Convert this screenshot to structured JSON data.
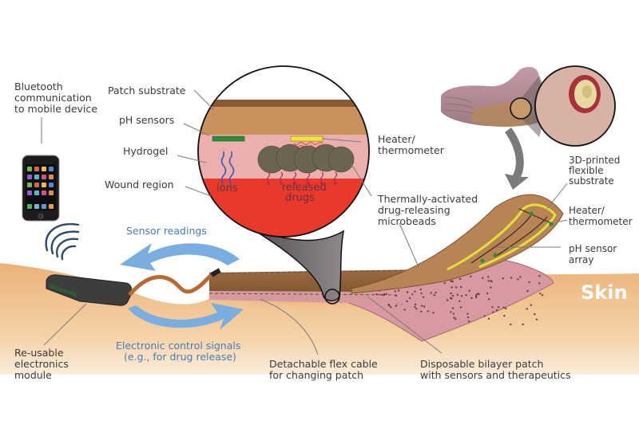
{
  "title": "Smart wound-care bandage system diagram",
  "labels": {
    "bluetooth": [
      "Bluetooth",
      "communication",
      "to mobile device"
    ],
    "patch_substrate": "Patch substrate",
    "ph_sensors": "pH sensors",
    "hydrogel": "Hydrogel",
    "wound_region": "Wound region",
    "heater_thermometer_inset": [
      "Heater/",
      "thermometer"
    ],
    "microbeads": [
      "Thermally-activated",
      "drug-releasing",
      "microbeads"
    ],
    "ions": "ions",
    "released_drugs": [
      "released",
      "drugs"
    ],
    "substrate_3d": [
      "3D-printed",
      "flexible",
      "substrate"
    ],
    "heater_thermometer_patch": [
      "Heater/",
      "thermometer"
    ],
    "ph_sensor_array": [
      "pH sensor",
      "array"
    ],
    "skin": "Skin",
    "sensor_readings": "Sensor readings",
    "control_signals": [
      "Electronic control signals",
      "(e.g., for drug release)"
    ],
    "reusable_module": [
      "Re-usable",
      "electronics",
      "module"
    ],
    "flex_cable": [
      "Detachable flex cable",
      "for changing patch"
    ],
    "disposable_patch": [
      "Disposable bilayer patch",
      "with sensors and therapeutics"
    ]
  },
  "colors": {
    "skin": "#f2c48e",
    "wound": "#e8392a",
    "hydrogel": "#e9aaa8",
    "substrate": "#c8915c",
    "substrate_dark": "#8c6039",
    "arrow_blue": "#7aaee0",
    "ph_sensor": "#2e8b3a",
    "heater": "#f2e33a",
    "microbead": "#6b6450",
    "module": "#3d3d3d"
  }
}
